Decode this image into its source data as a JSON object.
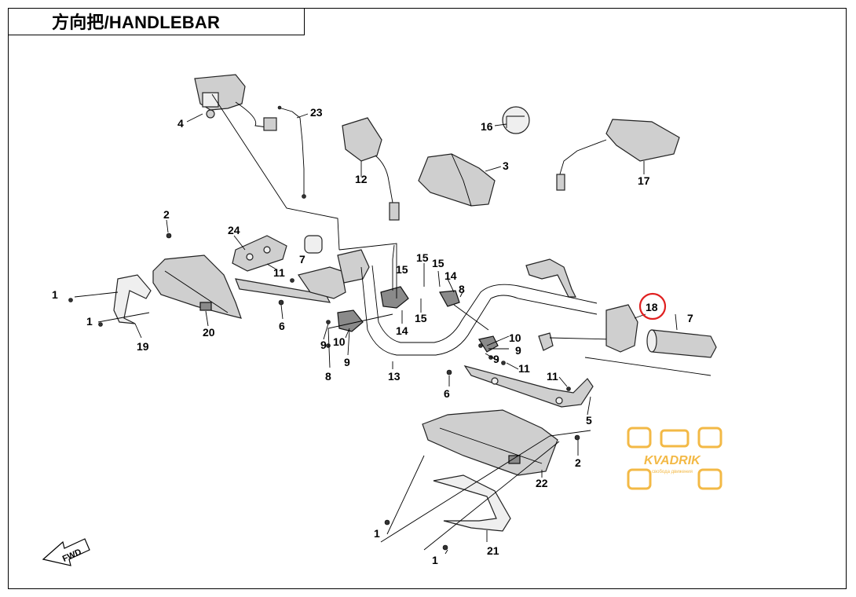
{
  "title": "方向把/HANDLEBAR",
  "callouts": [
    "1",
    "1",
    "1",
    "1",
    "2",
    "2",
    "3",
    "4",
    "5",
    "6",
    "6",
    "7",
    "7",
    "8",
    "8",
    "9",
    "9",
    "9",
    "9",
    "10",
    "10",
    "11",
    "11",
    "11",
    "12",
    "13",
    "14",
    "14",
    "15",
    "15",
    "15",
    "16",
    "17",
    "18",
    "19",
    "20",
    "21",
    "22",
    "23",
    "24"
  ],
  "highlight": {
    "label": "18",
    "color": "#e02020"
  },
  "fwd_label": "FWD",
  "watermark": {
    "brand": "KVADRIK",
    "tagline": "свобода движения",
    "color": "#f2b233"
  }
}
